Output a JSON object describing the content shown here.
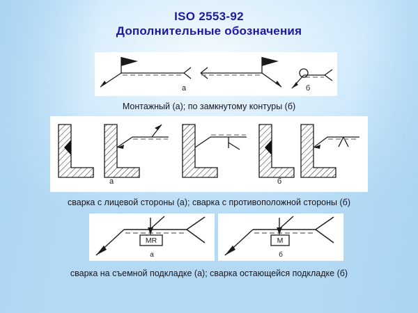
{
  "slide": {
    "background_color": "#cbe7fa",
    "title_color": "#1b18a8",
    "panel_color": "#ffffff",
    "line_color": "#1a1a1a"
  },
  "header": {
    "line1": "ISO 2553-92",
    "line2": "Дополнительные обозначения"
  },
  "captions": {
    "first": "Монтажный (а); по замкнутому контуры (б)",
    "second": "сварка с лицевой стороны (а); сварка с противоположной стороны (б)",
    "third": "сварка на съемной подкладке (а); сварка остающейся подкладке (б)"
  },
  "panel_one": {
    "name": "field-weld-and-weld-all-around-symbols",
    "sub_labels": [
      {
        "key": "a",
        "text": "а"
      },
      {
        "key": "b",
        "text": "б"
      }
    ],
    "symbols": [
      {
        "name": "field-weld-flag-left",
        "desc": "flag on vertical staff at leader junction"
      },
      {
        "name": "field-weld-flag-right",
        "desc": "flag on vertical staff at leader junction mirrored"
      },
      {
        "name": "weld-all-around-circle",
        "desc": "open circle at leader junction"
      }
    ]
  },
  "panel_two": {
    "name": "weld-side-cross-sections",
    "sub_labels": [
      {
        "key": "a",
        "text": "а"
      },
      {
        "key": "b",
        "text": "б"
      }
    ],
    "groups": [
      {
        "name": "front-side-weld-group",
        "label": "а"
      },
      {
        "name": "opposite-side-weld-group",
        "label": "б"
      }
    ]
  },
  "panel_three": {
    "name": "backing-strip-symbols",
    "items": [
      {
        "name": "removable-backing",
        "box_text": "MR",
        "sub_label": "а"
      },
      {
        "name": "permanent-backing",
        "box_text": "M",
        "sub_label": "б"
      }
    ]
  }
}
